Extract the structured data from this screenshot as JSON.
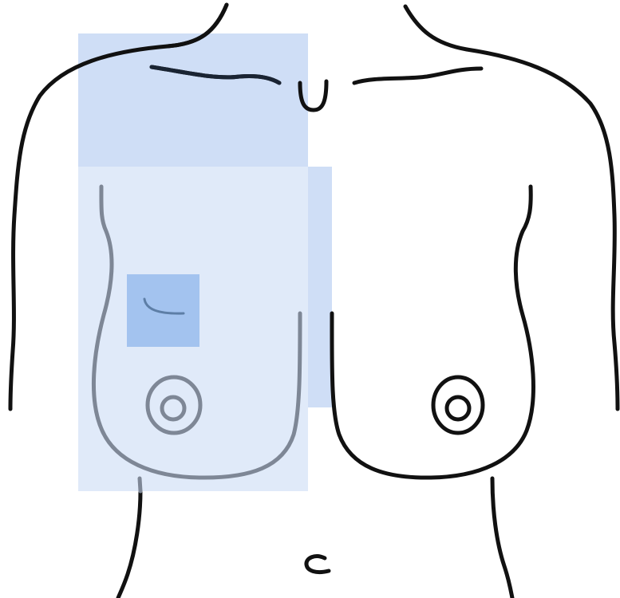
{
  "diagram": {
    "subject": "anterior-torso-outline",
    "colors": {
      "outline": "#111111",
      "region_upper_outer": "#cfdef6",
      "region_inner_medial": "#cfdef6",
      "region_breast": "#e0eaf9",
      "region_selected": "#a3c3ef",
      "muted_outline": "#7e8796"
    },
    "regions": [
      {
        "id": "upper-chest"
      },
      {
        "id": "breast-right"
      },
      {
        "id": "inner-medial"
      },
      {
        "id": "selected-quadrant",
        "selected": true
      }
    ]
  }
}
